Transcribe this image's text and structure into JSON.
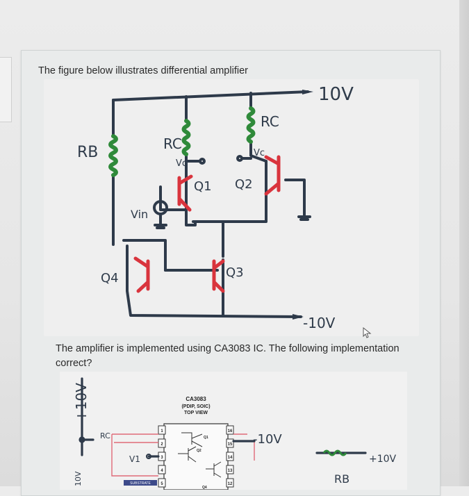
{
  "question": {
    "intro": "The figure below illustrates differential amplifier",
    "followup_line1": "The amplifier is implemented using CA3083 IC. The following implementation",
    "followup_line2": "correct?"
  },
  "figure1": {
    "labels": {
      "supply_pos": "10V",
      "supply_neg": "-10V",
      "rb": "RB",
      "rc_left": "RC",
      "rc_right": "RC",
      "vc_left": "Vc",
      "vc_right": "Vc",
      "q1": "Q1",
      "q2": "Q2",
      "q3": "Q3",
      "q4": "Q4",
      "vin": "Vin"
    }
  },
  "figure2": {
    "chip_title": "CA3083",
    "chip_pkg": "(PDIP, SOIC)",
    "chip_view": "TOP VIEW",
    "pins_left": [
      "1",
      "2",
      "3",
      "4",
      "5"
    ],
    "pins_right": [
      "16",
      "15",
      "14",
      "13",
      "12"
    ],
    "transistor_labels": [
      "Q1",
      "Q2",
      "Q4"
    ],
    "substrate": "SUBSTRATE",
    "hw_plus10": "+10V",
    "hw_minus10": "-10V",
    "hw_plus10_right": "+10V",
    "hw_rb": "RB",
    "hw_v1": "V1",
    "hw_rc": "RC",
    "hw_bottom_left": "10V"
  },
  "colors": {
    "ink": "#2e3a4a",
    "transistor_red": "#d9343d",
    "resistor_green": "#2f8a3a",
    "chip_pink": "#e06a78"
  }
}
